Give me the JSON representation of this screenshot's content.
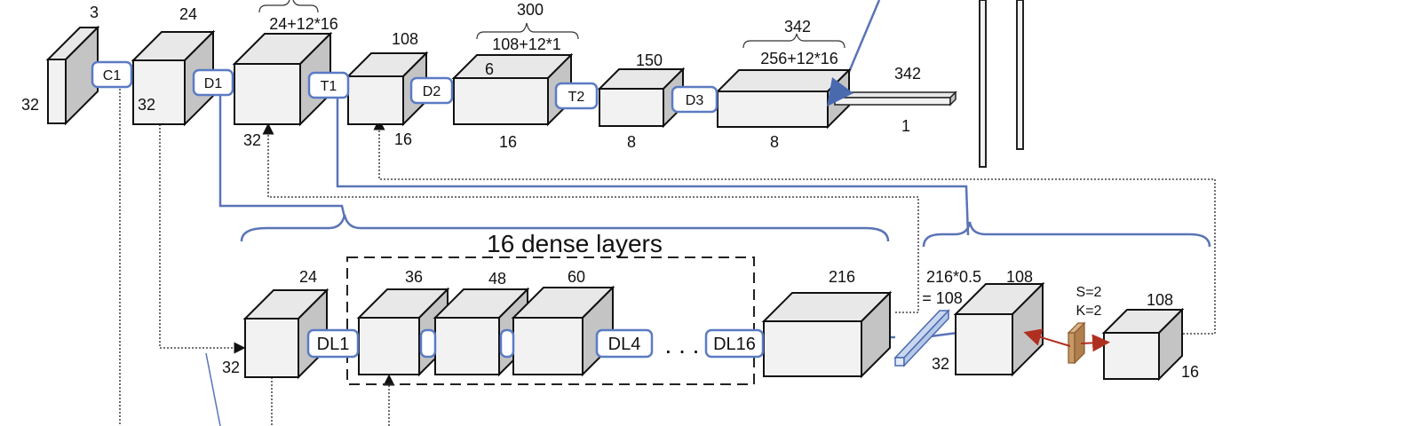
{
  "top": {
    "input_depth": "3",
    "input_height": "32",
    "c1_tag": "C1",
    "c1_depth": "24",
    "c1_height": "32",
    "d1_tag": "D1",
    "d1_formula": "24+12*16",
    "d1_height": "32",
    "t1_tag": "T1",
    "t1_depth": "108",
    "t1_height": "16",
    "d2_tag": "D2",
    "d2_total": "300",
    "d2_formula": "108+12*1",
    "d2_inner": "6",
    "d2_height": "16",
    "t2_tag": "T2",
    "t2_depth": "150",
    "t2_height": "8",
    "d3_tag": "D3",
    "d3_total": "342",
    "d3_formula": "256+12*16",
    "d3_height": "8",
    "fc_depth": "342",
    "fc_height": "1"
  },
  "bottom": {
    "title": "16 dense layers",
    "b0_depth": "24",
    "b0_height": "32",
    "dl1_tag": "DL1",
    "b1_depth": "36",
    "b2_depth": "48",
    "b3_depth": "60",
    "dl4_tag": "DL4",
    "dots": ". . .",
    "dl16_tag": "DL16",
    "b4_depth": "216",
    "compress_formula": "216*0.5",
    "compress_result": "= 108",
    "b5_depth": "108",
    "b5_height": "32",
    "stride": "S=2",
    "kernel": "K=2",
    "b6_depth": "108",
    "b6_height": "16"
  },
  "colors": {
    "connector": "#5a74b6",
    "tag_border": "#5b7bc4",
    "box_front": "#f2f2f2",
    "box_side": "#c4c4c4",
    "box_top": "#e8e8e8",
    "pool_fill": "#c79a6a",
    "pool_stroke": "#8a5a2a",
    "pool_arrow": "#b03020",
    "compress_fill": "#c9d7ef"
  }
}
